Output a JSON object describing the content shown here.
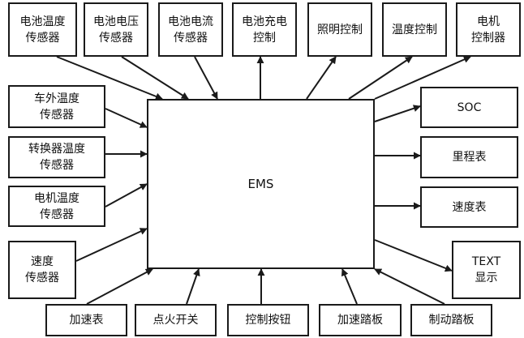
{
  "center": {
    "label": "EMS"
  },
  "top": [
    "电池温度\n传感器",
    "电池电压\n传感器",
    "电池电流\n传感器",
    "电池充电\n控制",
    "照明控制",
    "温度控制",
    "电机\n控制器"
  ],
  "left": [
    "车外温度\n传感器",
    "转换器温度\n传感器",
    "电机温度\n传感器",
    "速度\n传感器"
  ],
  "right": [
    "SOC",
    "里程表",
    "速度表",
    "TEXT\n显示"
  ],
  "bottom": [
    "加速表",
    "点火开关",
    "控制按钮",
    "加速踏板",
    "制动踏板"
  ]
}
